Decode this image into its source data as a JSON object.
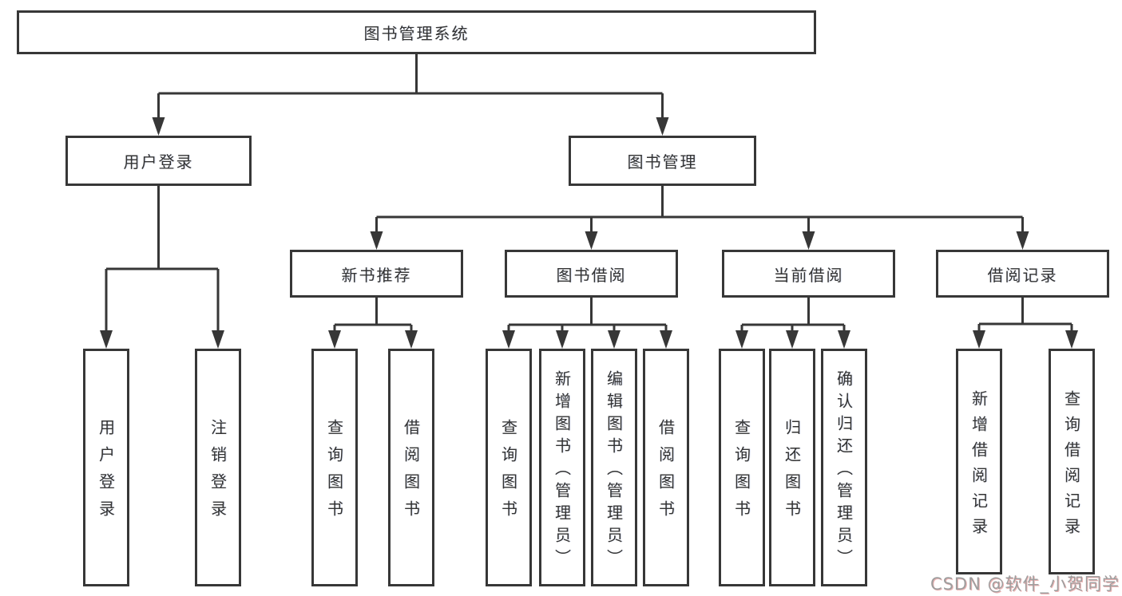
{
  "tree": {
    "label": "图书管理系统",
    "children": [
      {
        "label": "用户登录",
        "children": [
          {
            "label": "用户登录"
          },
          {
            "label": "注销登录"
          }
        ]
      },
      {
        "label": "图书管理",
        "children": [
          {
            "label": "新书推荐",
            "children": [
              {
                "label": "查询图书"
              },
              {
                "label": "借阅图书"
              }
            ]
          },
          {
            "label": "图书借阅",
            "children": [
              {
                "label": "查询图书"
              },
              {
                "label": "新增图书（管理员）"
              },
              {
                "label": "编辑图书（管理员）"
              },
              {
                "label": "借阅图书"
              }
            ]
          },
          {
            "label": "当前借阅",
            "children": [
              {
                "label": "查询图书"
              },
              {
                "label": "归还图书"
              },
              {
                "label": "确认归还（管理员）"
              }
            ]
          },
          {
            "label": "借阅记录",
            "children": [
              {
                "label": "新增借阅记录"
              },
              {
                "label": "查询借阅记录"
              }
            ]
          }
        ]
      }
    ]
  },
  "watermark": {
    "text": "CSDN @软件_小贺同学"
  },
  "palette": {
    "ink": "#373737",
    "label_text": "#333333",
    "watermark_gray": "#9e9e9e",
    "watermark_red": "#d55656"
  }
}
